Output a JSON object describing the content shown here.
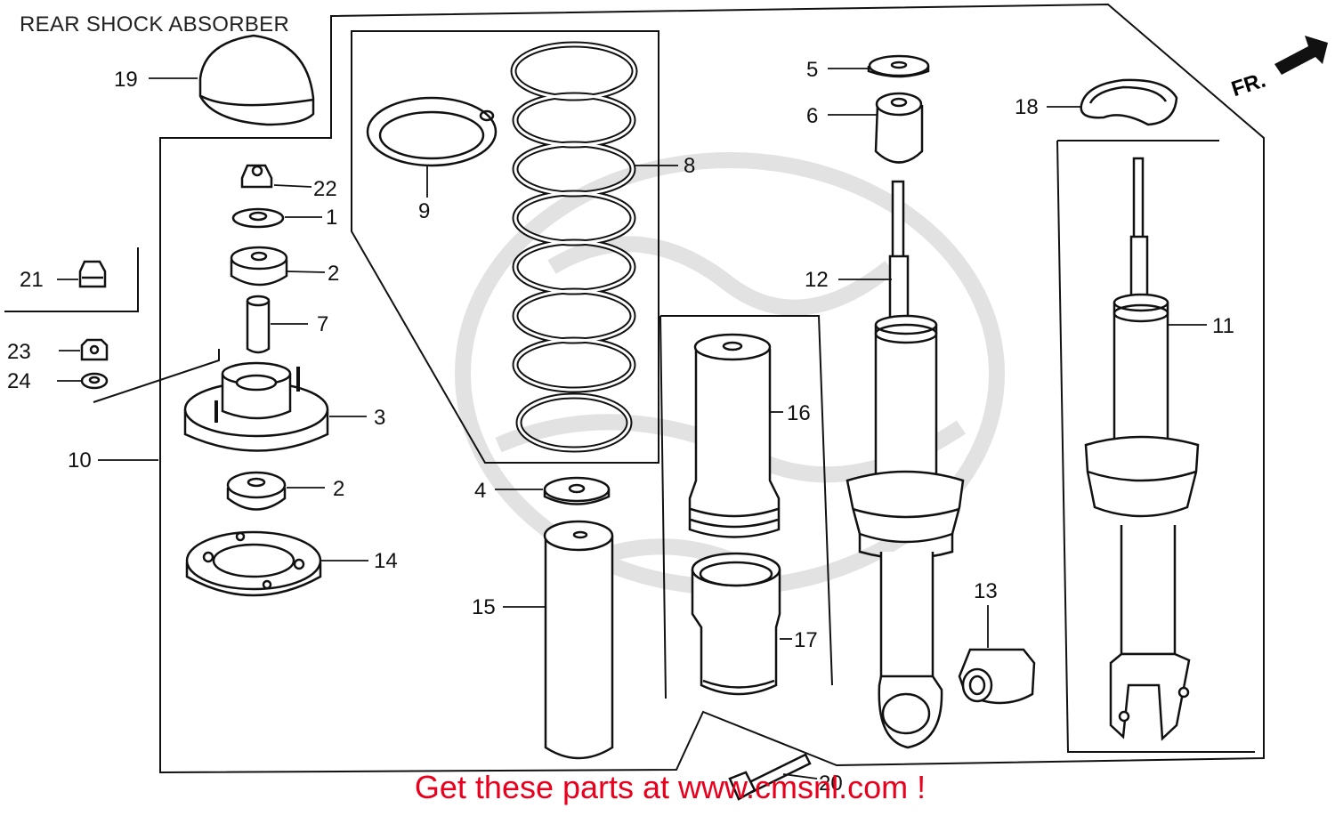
{
  "header": {
    "title": "REAR SHOCK ABSORBER"
  },
  "footer": {
    "promo": "Get these parts at www.cmsnl.com !"
  },
  "direction_label": "FR.",
  "callouts": {
    "c1": "1",
    "c2a": "2",
    "c2b": "2",
    "c3": "3",
    "c4": "4",
    "c5": "5",
    "c6": "6",
    "c7": "7",
    "c8": "8",
    "c9": "9",
    "c10": "10",
    "c11": "11",
    "c12": "12",
    "c13": "13",
    "c14": "14",
    "c15": "15",
    "c16": "16",
    "c17": "17",
    "c18": "18",
    "c19": "19",
    "c20": "20",
    "c21": "21",
    "c22": "22",
    "c23": "23",
    "c24": "24"
  },
  "colors": {
    "line": "#111111",
    "promo": "#e8001c",
    "watermark": "#dcdcdc"
  }
}
